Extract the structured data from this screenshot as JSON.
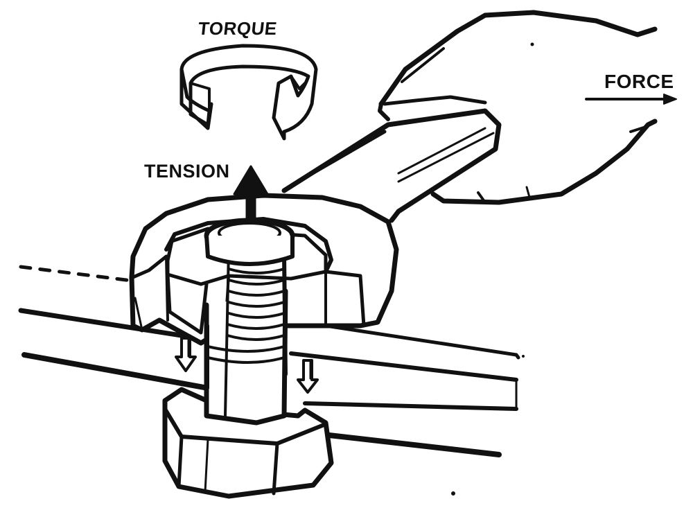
{
  "labels": {
    "torque": "TORQUE",
    "force": "FORCE",
    "tension": "TENSION"
  },
  "colors": {
    "ink": "#111111",
    "paper": "#ffffff"
  }
}
